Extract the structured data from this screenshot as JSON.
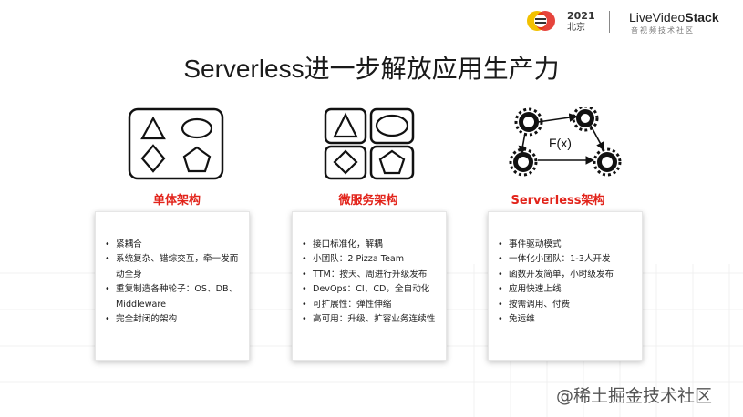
{
  "header": {
    "year": "2021",
    "city": "北京",
    "brand_prefix": "LiveVideo",
    "brand_suffix": "Stack",
    "brand_tagline": "音视频技术社区"
  },
  "title": "Serverless进一步解放应用生产力",
  "columns": [
    {
      "label": "单体架构",
      "icon": "monolith-shapes-icon",
      "items": [
        "紧耦合",
        "系统复杂、错综交互，牵一发而",
        "动全身",
        "重复制造各种轮子：OS、DB、",
        "Middleware",
        "完全封闭的架构"
      ],
      "bullets": [
        true,
        true,
        false,
        true,
        false,
        true
      ]
    },
    {
      "label": "微服务架构",
      "icon": "microservice-shapes-icon",
      "items": [
        "接口标准化，解耦",
        "小团队：2 Pizza Team",
        "TTM：按天、周进行升级发布",
        "DevOps：CI、CD，全自动化",
        "可扩展性：弹性伸缩",
        "高可用：升级、扩容业务连续性"
      ],
      "bullets": [
        true,
        true,
        true,
        true,
        true,
        true
      ]
    },
    {
      "label": "Serverless架构",
      "icon": "function-gears-icon",
      "icon_text": "F(x)",
      "gear_label": "fx",
      "items": [
        "事件驱动模式",
        "一体化小团队：1-3人开发",
        "函数开发简单，小时级发布",
        "应用快速上线",
        "按需调用、付费",
        "免运维"
      ],
      "bullets": [
        true,
        true,
        true,
        true,
        true,
        true
      ]
    }
  ],
  "watermark": "@稀土掘金技术社区",
  "colors": {
    "accent": "#e2231a",
    "text": "#1a1a1a"
  }
}
